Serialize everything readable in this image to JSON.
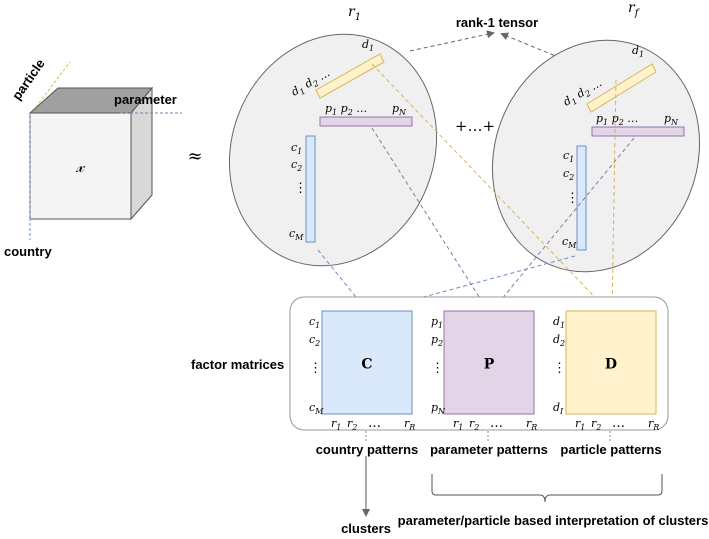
{
  "tensor": {
    "symbol": "𝓍",
    "mode1_label": "particle",
    "mode2_label": "parameter",
    "mode3_label": "country"
  },
  "approx_symbol": "≈",
  "rank1_label": "rank-1 tensor",
  "plus_dots": "+…+",
  "component_first": {
    "r": "r",
    "sub": "1"
  },
  "component_last": {
    "r": "r",
    "sub": "f"
  },
  "factor_matrices_label": "factor matrices",
  "matrices": [
    {
      "symbol": "C",
      "rows": [
        "c1",
        "c2",
        "⋮",
        "cM"
      ],
      "cols": [
        "r1",
        "r2",
        "…",
        "rR"
      ],
      "pattern_label": "country patterns",
      "color": "#dae8fc",
      "stroke": "#6c8ebf"
    },
    {
      "symbol": "P",
      "rows": [
        "p1",
        "p2",
        "⋮",
        "pN"
      ],
      "cols": [
        "r1",
        "r2",
        "…",
        "rR"
      ],
      "pattern_label": "parameter patterns",
      "color": "#e1d5e7",
      "stroke": "#9673a6"
    },
    {
      "symbol": "D",
      "rows": [
        "d1",
        "d2",
        "⋮",
        "dI"
      ],
      "cols": [
        "r1",
        "r2",
        "…",
        "rR"
      ],
      "pattern_label": "particle patterns",
      "color": "#fff2cc",
      "stroke": "#d6b656"
    }
  ],
  "clusters_label": "clusters",
  "interpretation_label": "parameter/particle based interpretation of clusters",
  "colors": {
    "country": "#6c8ebf",
    "parameter": "#9673a6",
    "particle": "#d6b656",
    "ellipse_fill": "#f0f0f0",
    "cube_front": "#f5f5f5",
    "cube_top": "#a0a0a0",
    "cube_side": "#d8d8d8"
  }
}
